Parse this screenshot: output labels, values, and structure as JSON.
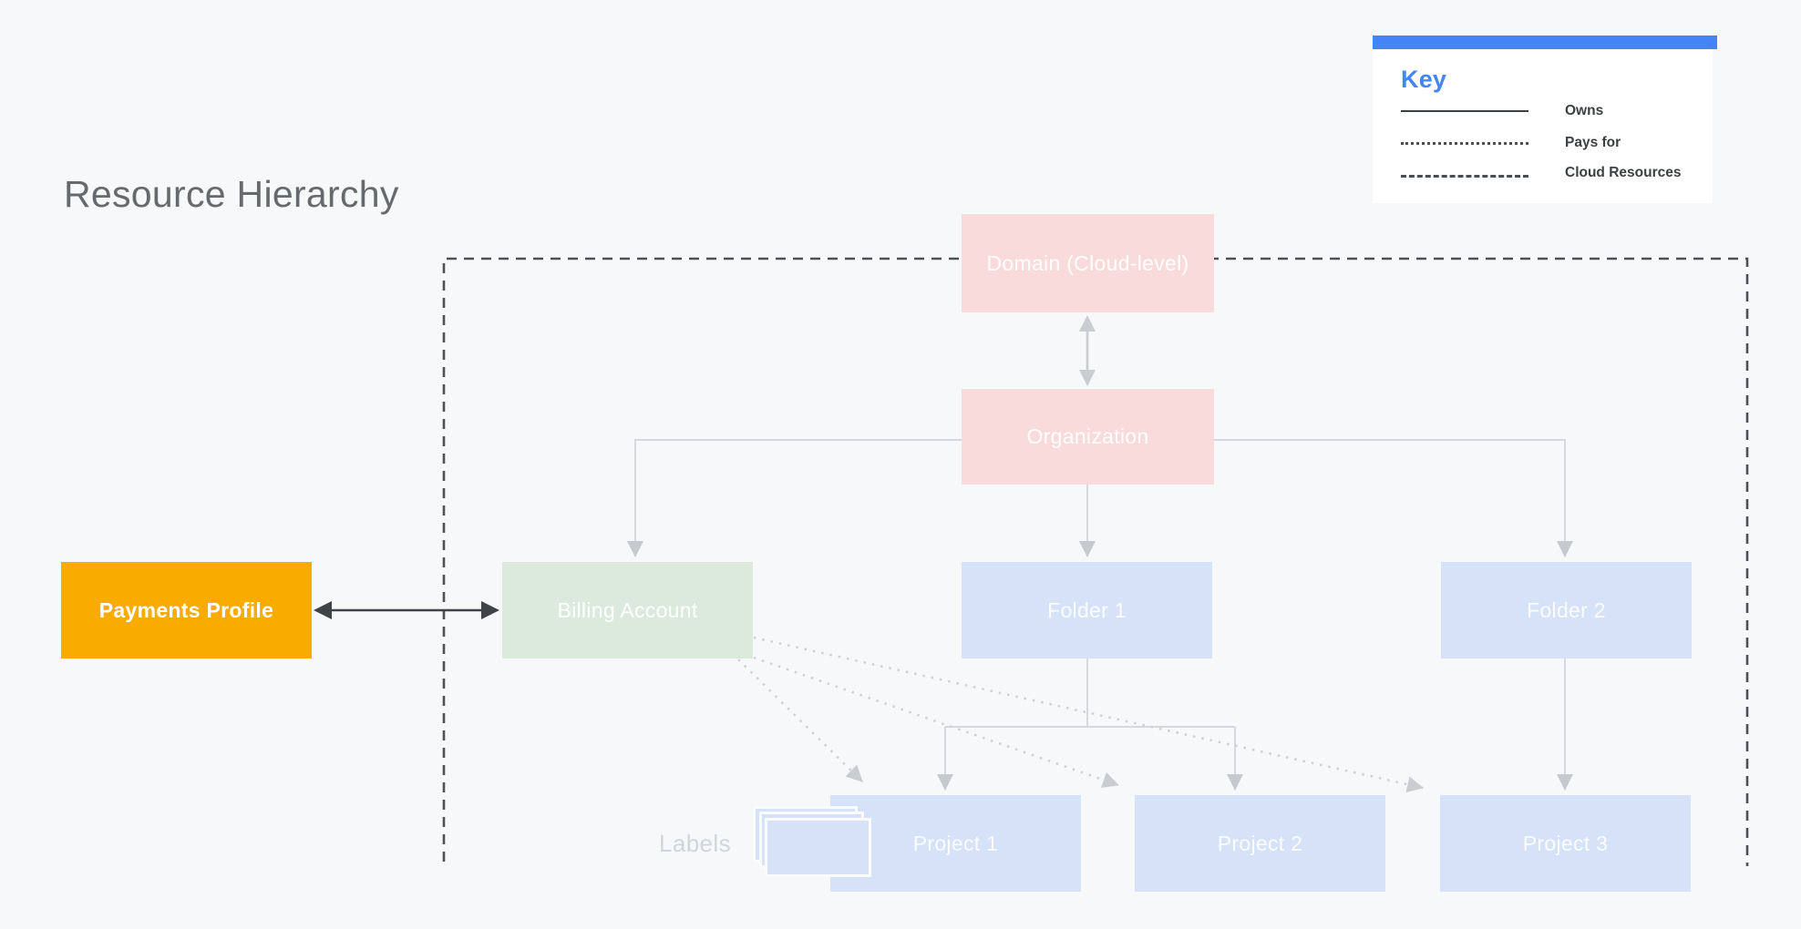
{
  "title": "Resource Hierarchy",
  "legend": {
    "title": "Key",
    "items": [
      {
        "style": "solid",
        "label": "Owns"
      },
      {
        "style": "dotted",
        "label": "Pays for"
      },
      {
        "style": "dashed",
        "label": "Cloud Resources"
      }
    ]
  },
  "nodes": {
    "domain": {
      "label": "Domain (Cloud-level)",
      "color": "#F8DBDA"
    },
    "organization": {
      "label": "Organization",
      "color": "#F8DBDA"
    },
    "payments_profile": {
      "label": "Payments Profile",
      "color": "#F9AB00"
    },
    "billing_account": {
      "label": "Billing Account",
      "color": "#DBEADC"
    },
    "folder1": {
      "label": "Folder 1",
      "color": "#D6E2F8"
    },
    "folder2": {
      "label": "Folder 2",
      "color": "#D6E2F8"
    },
    "project1": {
      "label": "Project 1",
      "color": "#D6E2F8"
    },
    "project2": {
      "label": "Project 2",
      "color": "#D6E2F8"
    },
    "project3": {
      "label": "Project 3",
      "color": "#D6E2F8"
    }
  },
  "annotations": {
    "labels_caption": "Labels"
  },
  "relationships": {
    "owns": [
      "Organization→Billing Account",
      "Organization→Folder 1",
      "Organization→Folder 2",
      "Folder 1→Project 1",
      "Folder 1→Project 2",
      "Folder 2→Project 3"
    ],
    "pays_for": [
      "Billing Account→Project 1",
      "Billing Account→Project 2",
      "Billing Account→Project 3"
    ],
    "two_way": [
      "Domain (Cloud-level)↔Organization",
      "Payments Profile↔Billing Account"
    ]
  },
  "colors": {
    "background": "#F7F8FA",
    "accent_blue": "#4285F4",
    "box_pink": "#F8DBDA",
    "box_green": "#DBEADC",
    "box_blue": "#D6E2F8",
    "box_yellow": "#F9AB00",
    "node_text": "#FFFFFF",
    "dark_text": "#3C4043",
    "dashed_boundary": "#4D5156",
    "connector_gray": "#D5D8DC",
    "black_arrow": "#3F4347",
    "title_gray": "#66696D"
  }
}
